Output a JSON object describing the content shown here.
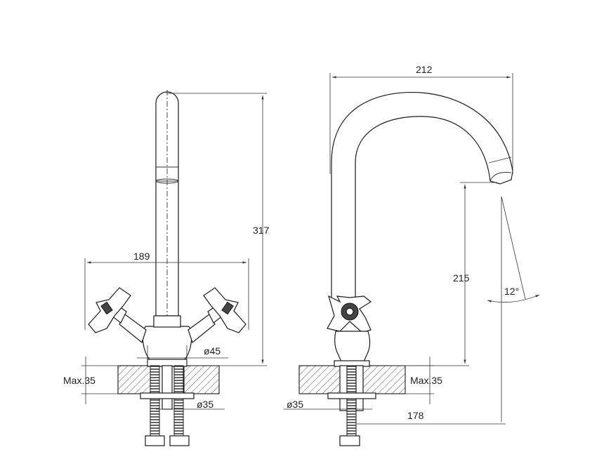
{
  "front_view": {
    "height_label": "317",
    "width_label": "189",
    "body_diameter_label": "ø45",
    "countertop_label": "Max.35",
    "shank_diameter_label": "ø35"
  },
  "side_view": {
    "reach_label": "212",
    "spout_height_label": "215",
    "angle_label": "12°",
    "countertop_label": "Max.35",
    "shank_diameter_label": "ø35",
    "total_height_label": "178"
  }
}
